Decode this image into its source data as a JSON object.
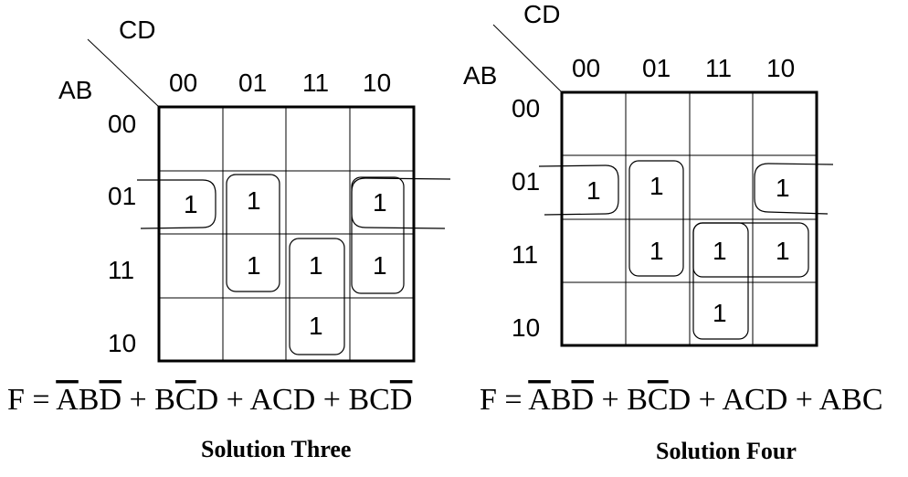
{
  "diagrams": [
    {
      "row_var": "AB",
      "col_var": "CD",
      "col_labels": [
        "00",
        "01",
        "11",
        "10"
      ],
      "row_labels": [
        "00",
        "01",
        "11",
        "10"
      ],
      "cells": [
        [
          "",
          "",
          "",
          ""
        ],
        [
          "1",
          "1",
          "",
          "1"
        ],
        [
          "",
          "1",
          "1",
          "1"
        ],
        [
          "",
          "",
          "1",
          ""
        ]
      ],
      "equation": {
        "lhs": "F",
        "eq": "=",
        "terms": [
          [
            {
              "t": "A",
              "bar": true
            },
            {
              "t": "B",
              "bar": false
            },
            {
              "t": "D",
              "bar": true
            }
          ],
          [
            {
              "t": "B",
              "bar": false
            },
            {
              "t": "C",
              "bar": true
            },
            {
              "t": "D",
              "bar": false
            }
          ],
          [
            {
              "t": "A",
              "bar": false
            },
            {
              "t": "C",
              "bar": false
            },
            {
              "t": "D",
              "bar": false
            }
          ],
          [
            {
              "t": "B",
              "bar": false
            },
            {
              "t": "C",
              "bar": false
            },
            {
              "t": "D",
              "bar": true
            }
          ]
        ],
        "plus": "+"
      },
      "caption": "Solution Three"
    },
    {
      "row_var": "AB",
      "col_var": "CD",
      "col_labels": [
        "00",
        "01",
        "11",
        "10"
      ],
      "row_labels": [
        "00",
        "01",
        "11",
        "10"
      ],
      "cells": [
        [
          "",
          "",
          "",
          ""
        ],
        [
          "1",
          "1",
          "",
          "1"
        ],
        [
          "",
          "1",
          "1",
          "1"
        ],
        [
          "",
          "",
          "1",
          ""
        ]
      ],
      "equation": {
        "lhs": "F",
        "eq": "=",
        "terms": [
          [
            {
              "t": "A",
              "bar": true
            },
            {
              "t": "B",
              "bar": false
            },
            {
              "t": "D",
              "bar": true
            }
          ],
          [
            {
              "t": "B",
              "bar": false
            },
            {
              "t": "C",
              "bar": true
            },
            {
              "t": "D",
              "bar": false
            }
          ],
          [
            {
              "t": "A",
              "bar": false
            },
            {
              "t": "C",
              "bar": false
            },
            {
              "t": "D",
              "bar": false
            }
          ],
          [
            {
              "t": "A",
              "bar": false
            },
            {
              "t": "B",
              "bar": false
            },
            {
              "t": "C",
              "bar": false
            }
          ]
        ],
        "plus": "+"
      },
      "caption": "Solution Four"
    }
  ]
}
